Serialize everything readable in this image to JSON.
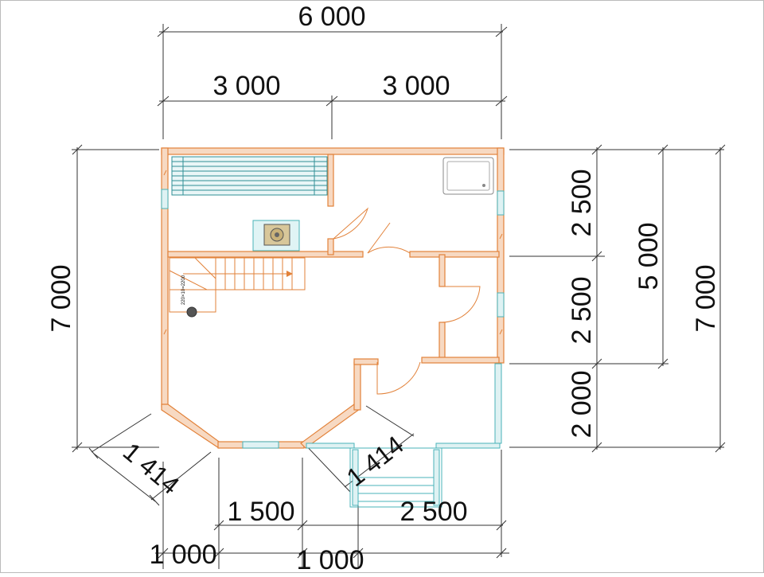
{
  "dimensions": {
    "top_overall": "6 000",
    "top_left": "3 000",
    "top_right": "3 000",
    "left_overall": "7 000",
    "right_1": "2 500",
    "right_2": "2 500",
    "right_3": "2 000",
    "right_mid": "5 000",
    "right_overall": "7 000",
    "diag_left": "1 414",
    "diag_right": "1 414",
    "bottom_mid": "1 500",
    "bottom_right": "2 500",
    "bottom_left_1": "1 000",
    "bottom_left_2": "1 000"
  },
  "stair_note": "220×10=2200",
  "colors": {
    "wall": "#e2823a",
    "window": "#48b3b8",
    "dimension": "#333333"
  }
}
